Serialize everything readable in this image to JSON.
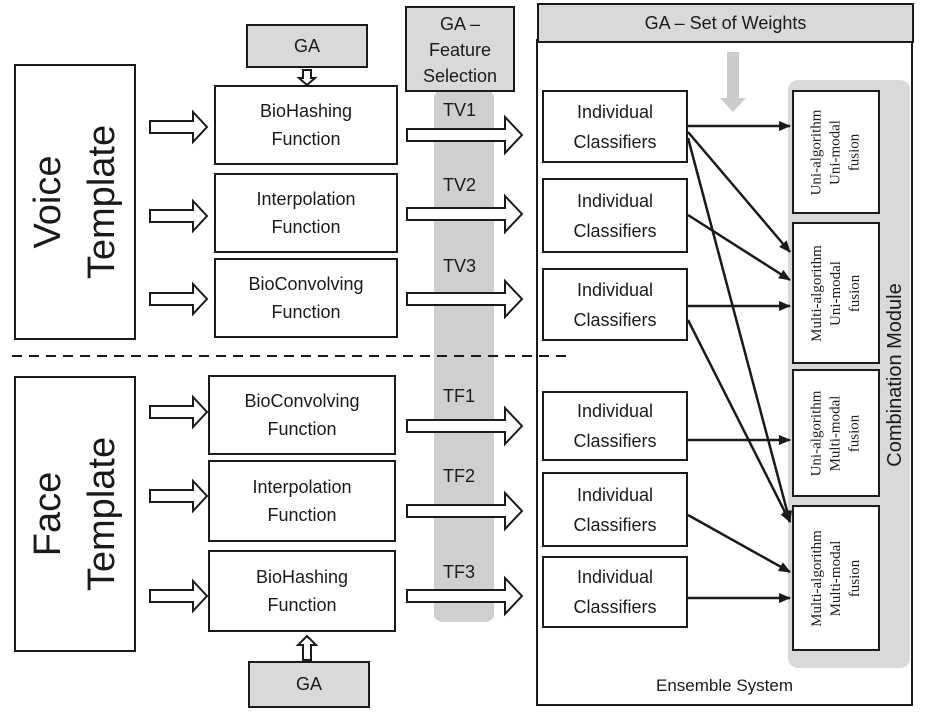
{
  "ga_top": "GA",
  "ga_bottom": "GA",
  "feature_selection": "GA –\nFeature\nSelection",
  "set_of_weights": "GA – Set of Weights",
  "voice_template": "Voice\nTemplate",
  "face_template": "Face\nTemplate",
  "voice_functions": [
    "BioHashing\nFunction",
    "Interpolation\nFunction",
    "BioConvolving\nFunction"
  ],
  "face_functions": [
    "BioConvolving\nFunction",
    "Interpolation\nFunction",
    "BioHashing\nFunction"
  ],
  "voice_labels": [
    "TV1",
    "TV2",
    "TV3"
  ],
  "face_labels": [
    "TF1",
    "TF2",
    "TF3"
  ],
  "classifier_label": "Individual\nClassifiers",
  "fusion": [
    "Uni-algorithm\nUni-modal\nfusion",
    "Multi-algorithm\nUni-modal\nfusion",
    "Uni-algorithm\nMulti-modal\nfusion",
    "Multi-algorithm\nMulti-modal\nfusion"
  ],
  "combination_module": "Combination Module",
  "ensemble_system": "Ensemble System"
}
